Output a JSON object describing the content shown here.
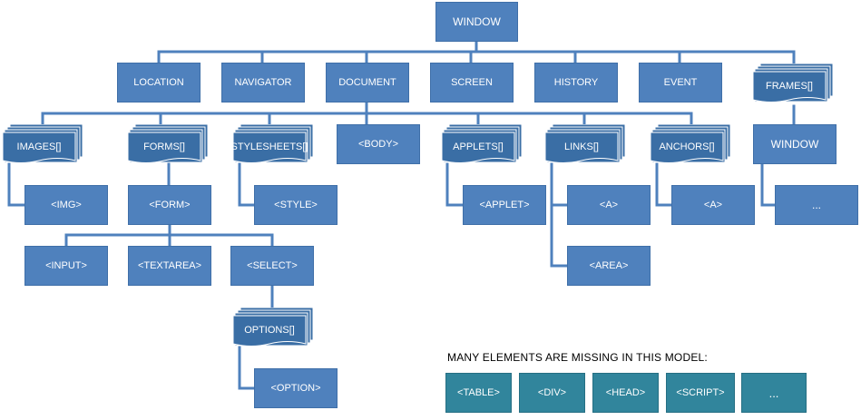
{
  "colors": {
    "node": "#4f81bd",
    "collection": "#3a6ea5",
    "missing": "#31859c",
    "line": "#4f81bd"
  },
  "nodes": {
    "window": "WINDOW",
    "location": "LOCATION",
    "navigator": "NAVIGATOR",
    "document": "DOCUMENT",
    "screen": "SCREEN",
    "history": "HISTORY",
    "event": "EVENT",
    "frames": "FRAMES[]",
    "frame_window": "WINDOW",
    "frame_more": "...",
    "images": "IMAGES[]",
    "forms": "FORMS[]",
    "stylesheets": "STYLESHEETS[]",
    "body": "<BODY>",
    "applets": "APPLETS[]",
    "links": "LINKS[]",
    "anchors": "ANCHORS[]",
    "img": "<IMG>",
    "form": "<FORM>",
    "style": "<STYLE>",
    "applet": "<APPLET>",
    "link_a": "<A>",
    "anchor_a": "<A>",
    "area": "<AREA>",
    "input": "<INPUT>",
    "textarea": "<TEXTAREA>",
    "select": "<SELECT>",
    "options": "OPTIONS[]",
    "option": "<OPTION>"
  },
  "missing_note": "MANY ELEMENTS ARE MISSING IN THIS MODEL:",
  "missing_items": [
    "<TABLE>",
    "<DIV>",
    "<HEAD>",
    "<SCRIPT>",
    "..."
  ]
}
